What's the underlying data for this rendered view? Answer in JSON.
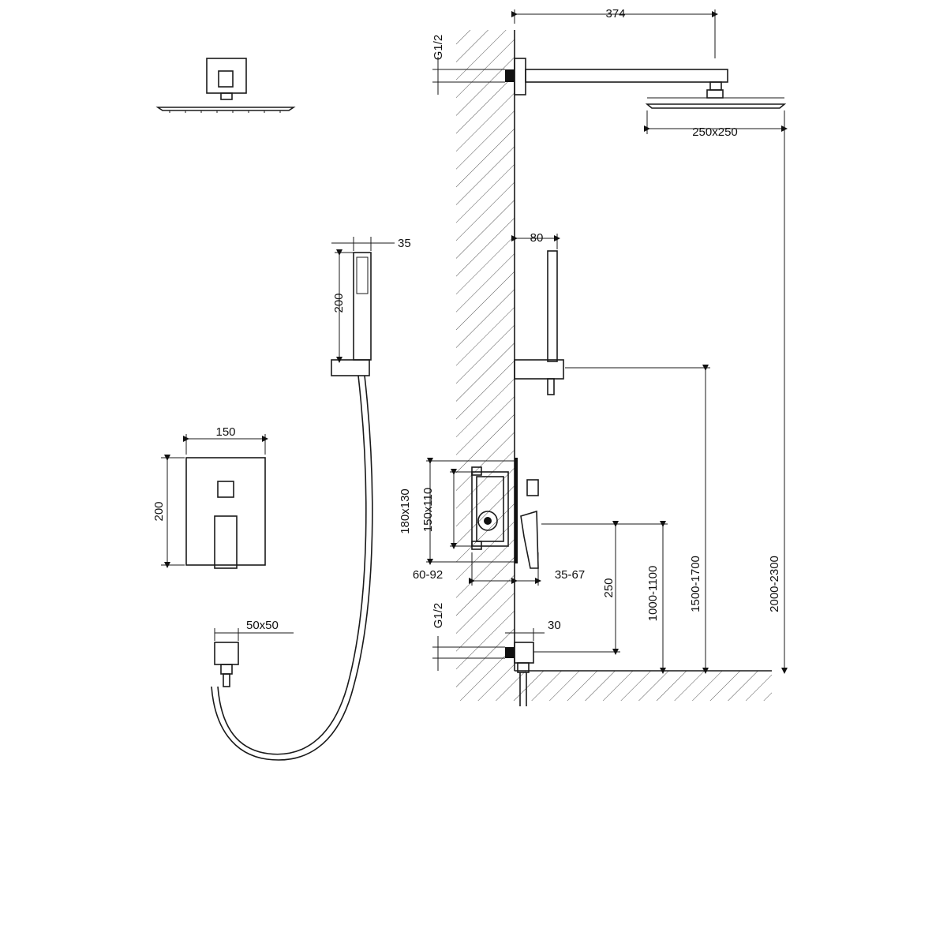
{
  "labels": {
    "arm_length": "374",
    "inlet_thread_top": "G1/2",
    "head_size": "250x250",
    "handheld_width": "35",
    "handheld_length": "200",
    "holder_projection": "80",
    "plate_width": "150",
    "plate_height": "200",
    "outlet_size": "50x50",
    "box_outer": "180x130",
    "box_inner": "150x110",
    "embed_depth": "60-92",
    "handle_projection": "35-67",
    "outlet_to_valve": "250",
    "valve_height": "1000-1100",
    "holder_height": "1500-1700",
    "head_height": "2000-2300",
    "inlet_thread_bottom": "G1/2",
    "outlet_projection": "30"
  },
  "colors": {
    "ink": "#111111",
    "background": "#ffffff"
  }
}
